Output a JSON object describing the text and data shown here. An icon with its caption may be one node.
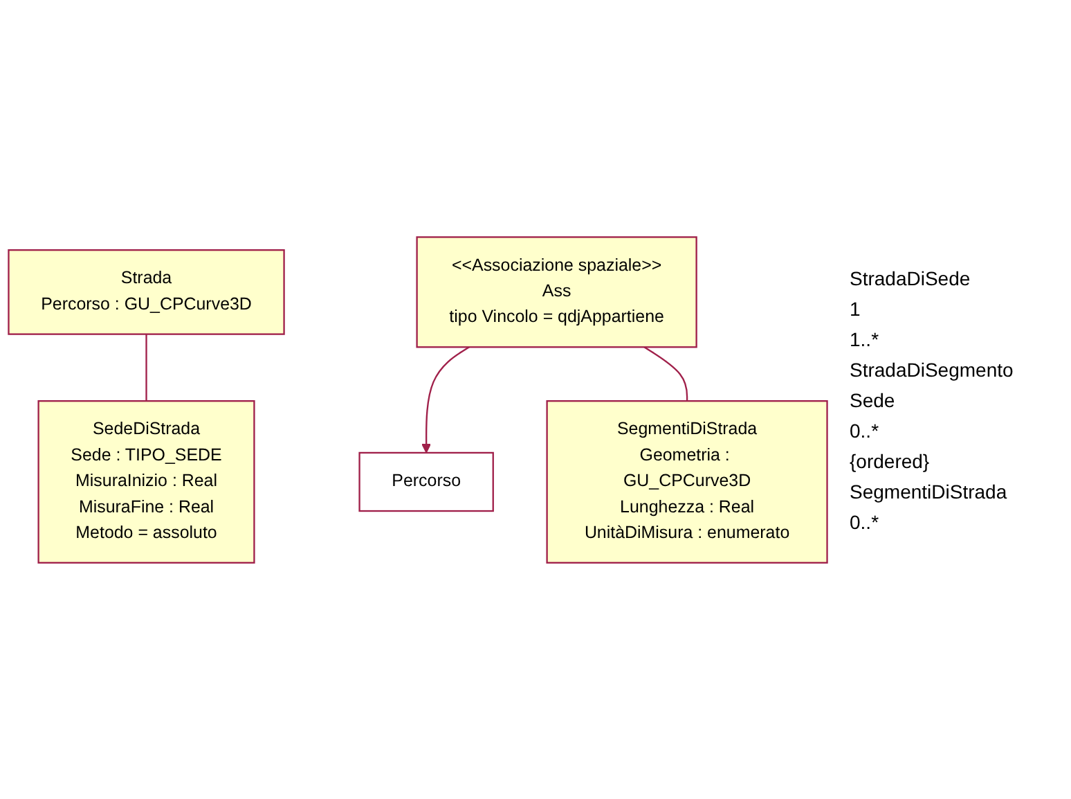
{
  "diagram": {
    "nodes": [
      {
        "text": [
          "Strada",
          "Percorso : GU_CPCurve3D"
        ]
      },
      {
        "text": [
          "Percorso"
        ]
      },
      {
        "text": [
          "SedeDiStrada",
          "Sede : TIPO_SEDE",
          "MisuraInizio : Real",
          "MisuraFine : Real",
          "Metodo = assoluto"
        ]
      },
      {
        "text": [
          "<<Associazione spaziale>>",
          "Ass",
          "tipo Vincolo = qdjAppartiene"
        ]
      },
      {
        "text": [
          "SegmentiDiStrada",
          "Geometria : GU_CPCurve3D",
          "Lunghezza : Real",
          "UnitàDiMisura : enumerato"
        ]
      }
    ],
    "edges": [
      {
        "from": 0,
        "to": 2,
        "arrow": "none"
      },
      {
        "from": 3,
        "to": 1,
        "arrow": "to"
      },
      {
        "from": 3,
        "to": 4,
        "arrow": "none"
      }
    ],
    "labels": [
      "StradaDiSede",
      "1",
      "1..*",
      "StradaDiSegmento",
      "Sede",
      "0..*",
      "{ordered}",
      "SegmentiDiStrada",
      "0..*"
    ]
  }
}
